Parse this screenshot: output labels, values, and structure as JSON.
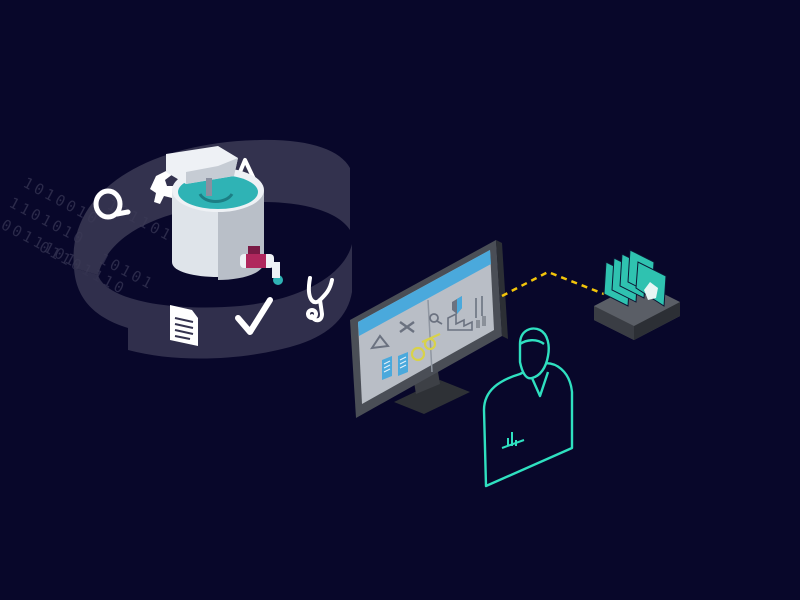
{
  "illustration": {
    "background_color": "#08072a",
    "binary_stream": [
      "1010010",
      "1101010",
      "0011101",
      "101101",
      "01101110",
      "10101"
    ],
    "ring_icons": [
      "search-icon",
      "wrench-icon",
      "warning-icon",
      "document-icon",
      "checkmark-icon",
      "stethoscope-icon"
    ],
    "ring_color": "#3b3a55",
    "tank_liquid_color": "#2fb3b5",
    "valve_color": "#b0275d",
    "monitor": {
      "screen_color": "#b9bec6",
      "header_bar_color": "#4aa9dc",
      "widget_icons": [
        "wrench-icon",
        "warning-icon",
        "search-icon",
        "shield-icon",
        "factory-icon",
        "document-icon",
        "gears-icon",
        "bar-chart-icon"
      ]
    },
    "operator": {
      "outline_color": "#2fe0c0",
      "badge_icon": "bar-chart-icon"
    },
    "connection_line_color": "#f2c40a",
    "device_rack": {
      "card_color": "#2fc2b0",
      "card_count": 5
    }
  }
}
